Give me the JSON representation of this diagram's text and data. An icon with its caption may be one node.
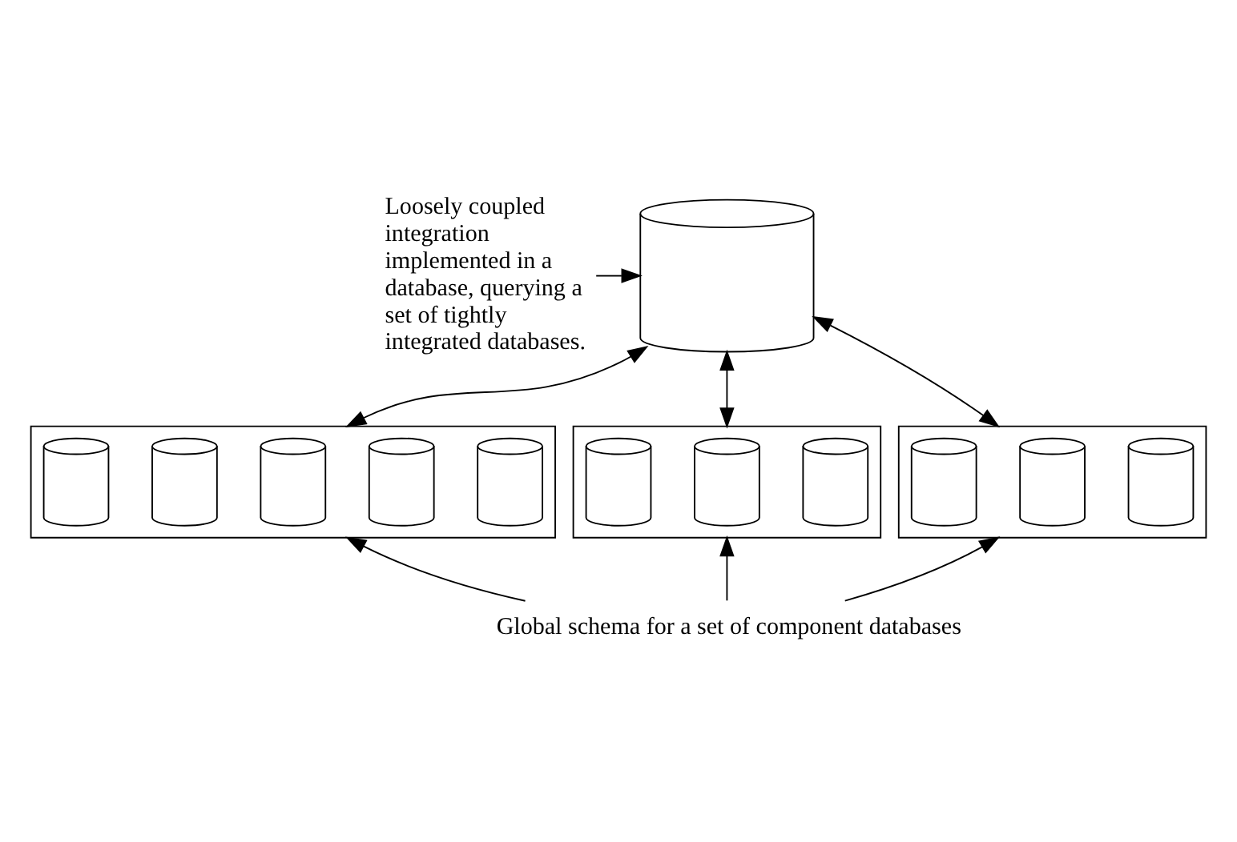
{
  "diagram": {
    "nodes": [
      {
        "text": [
          "Loosely coupled integration implemented in a database, querying a set of tightly integrated databases."
        ]
      },
      {
        "text": [],
        "shape": "cylinder"
      },
      {
        "text": [],
        "shape": "box"
      },
      {
        "text": [],
        "shape": "cylinder",
        "in": 2
      },
      {
        "text": [],
        "shape": "cylinder",
        "in": 2
      },
      {
        "text": [],
        "shape": "cylinder",
        "in": 2
      },
      {
        "text": [],
        "shape": "cylinder",
        "in": 2
      },
      {
        "text": [],
        "shape": "cylinder",
        "in": 2
      },
      {
        "text": [],
        "shape": "box"
      },
      {
        "text": [],
        "shape": "cylinder",
        "in": 8
      },
      {
        "text": [],
        "shape": "cylinder",
        "in": 8
      },
      {
        "text": [],
        "shape": "cylinder",
        "in": 8
      },
      {
        "text": [],
        "shape": "box"
      },
      {
        "text": [],
        "shape": "cylinder",
        "in": 12
      },
      {
        "text": [],
        "shape": "cylinder",
        "in": 12
      },
      {
        "text": [],
        "shape": "cylinder",
        "in": 12
      },
      {
        "text": [
          "Global schema for a set of component databases"
        ]
      }
    ],
    "edges": [
      {
        "from": 0,
        "to": 1,
        "arrow": "to"
      },
      {
        "from": 1,
        "to": 2,
        "arrow": "both"
      },
      {
        "from": 1,
        "to": 8,
        "arrow": "both"
      },
      {
        "from": 1,
        "to": 12,
        "arrow": "both"
      },
      {
        "from": 16,
        "to": 2,
        "arrow": "to"
      },
      {
        "from": 16,
        "to": 8,
        "arrow": "to"
      },
      {
        "from": 16,
        "to": 12,
        "arrow": "to"
      }
    ]
  }
}
